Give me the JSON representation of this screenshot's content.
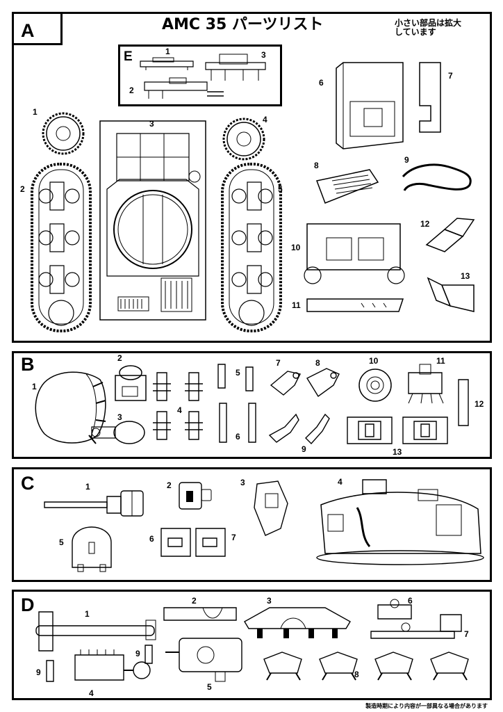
{
  "header": {
    "title": "AMC 35 パーツリスト",
    "note_line1": "小さい部品は拡大",
    "note_line2": "しています"
  },
  "sections": {
    "A": {
      "letter": "A",
      "labels": [
        "1",
        "2",
        "3",
        "4",
        "5",
        "6",
        "7",
        "8",
        "9",
        "10",
        "11",
        "12",
        "13"
      ],
      "inset": {
        "letter": "E",
        "labels": [
          "1",
          "2",
          "3"
        ]
      }
    },
    "B": {
      "letter": "B",
      "labels": [
        "1",
        "2",
        "3",
        "4",
        "5",
        "6",
        "7",
        "8",
        "9",
        "10",
        "11",
        "12",
        "13"
      ]
    },
    "C": {
      "letter": "C",
      "labels": [
        "1",
        "2",
        "3",
        "4",
        "5",
        "6",
        "7"
      ]
    },
    "D": {
      "letter": "D",
      "labels": [
        "1",
        "2",
        "3",
        "4",
        "5",
        "6",
        "7",
        "8",
        "9",
        "9"
      ]
    }
  },
  "footer": {
    "text": "製造時期により内容が一部異なる場合があります"
  }
}
